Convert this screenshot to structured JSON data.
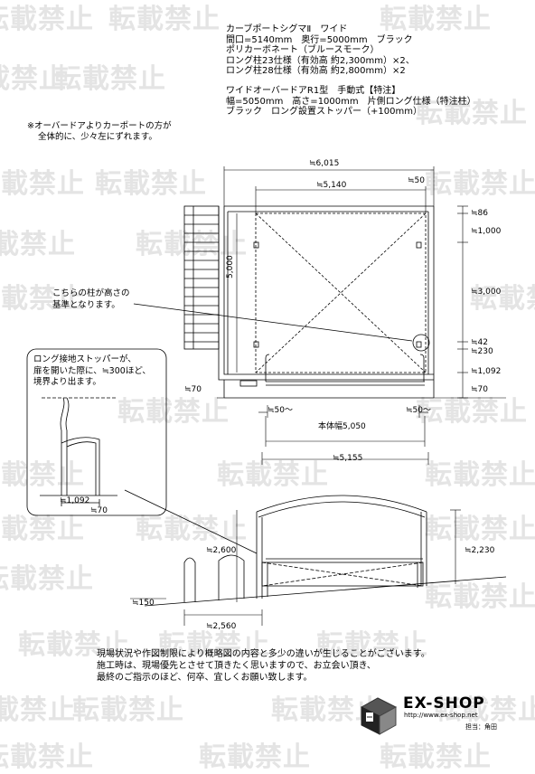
{
  "watermark": "転載禁止",
  "spec": {
    "carport_name": "カーブポートシグマⅡ　ワイド",
    "carport_size": "間口=5140mm　奥行=5000mm　ブラック",
    "roof": "ポリカーボネート（ブルースモーク）",
    "pillar_23": "ロング柱23仕様（有効高 約2,300mm）×2、",
    "pillar_28": "ロング柱28仕様（有効高 約2,800mm）×2",
    "door_name": "ワイドオーバードアR1型　手動式【特注】",
    "door_size": "幅=5050mm　高さ=1000mm　片側ロング仕様（特注柱）",
    "door_color": "ブラック　ロング設置ストッパー（+100mm）"
  },
  "note_offset": {
    "line1": "※オーバードアよりカーポートの方が",
    "line2": "全体的に、少々左にずれます。"
  },
  "callout_pillar": {
    "line1": "こちらの柱が高さの",
    "line2": "基準となります。"
  },
  "stopper_note": {
    "line1": "ロング接地ストッパーが、",
    "line2": "扉を開いた際に、≒300ほど、",
    "line3": "境界より出ます。"
  },
  "plan_dims": {
    "overall_width": "≒6,015",
    "carport_width": "≒5,140",
    "right_offset": "≒50",
    "depth": "5,000",
    "top_86": "≒86",
    "top_1000": "≒1,000",
    "mid_3000": "≒3,000",
    "r_42": "≒42",
    "r_230": "≒230",
    "r_1092": "≒1,092",
    "left_70": "≒70",
    "right_70": "≒70",
    "left_50": "≒50～",
    "right_50": "≒50～",
    "body_width": "本体幅5,050",
    "total_5155": "≒5,155"
  },
  "detail_dims": {
    "d_1092": "≒1,092",
    "d_70": "≒70"
  },
  "elev_dims": {
    "h_2600": "≒2,600",
    "h_2230": "≒2,230",
    "d_150": "≒150",
    "w_2560": "≒2,560"
  },
  "footer_note": {
    "line1": "現場状況や作図制限により概略図の内容と多少の違いが生じることがございます。",
    "line2": "施工時は、現場優先とさせて頂きたく思いますので、お立会い頂き、",
    "line3": "最終のご指示のほど、何卒、宜しくお願い致します。"
  },
  "logo": {
    "name": "EX-SHOP",
    "url": "http://www.ex-shop.net",
    "staff": "担当：角田"
  }
}
